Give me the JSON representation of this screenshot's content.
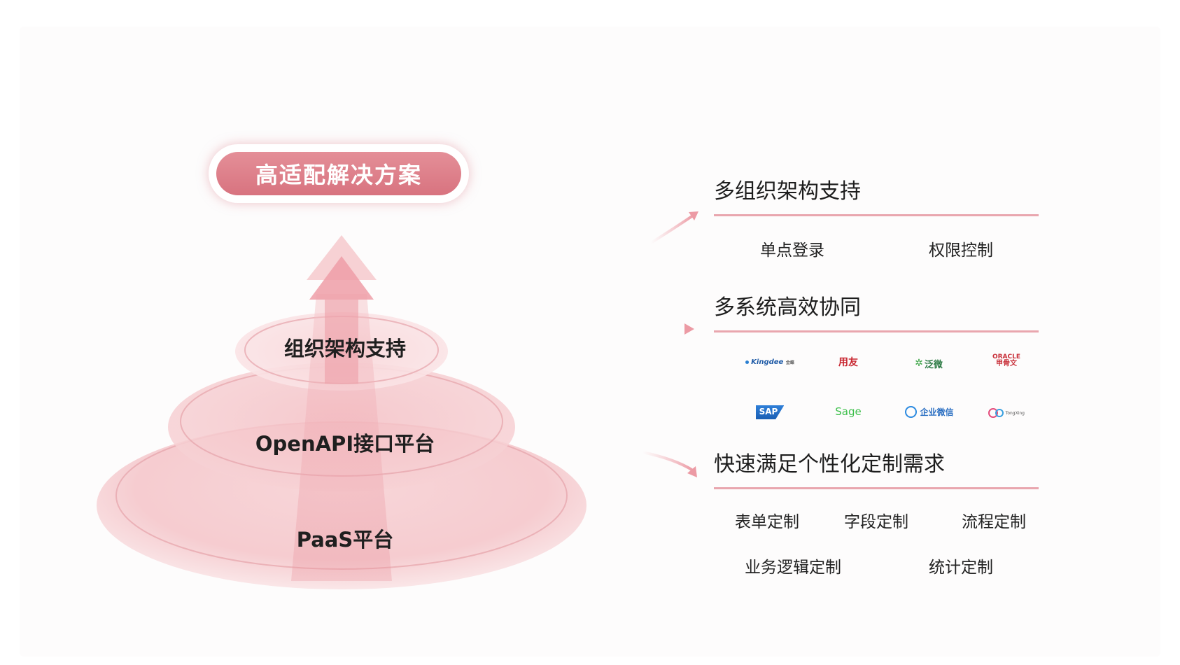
{
  "title": "高适配解决方案",
  "pyramid": {
    "layers": [
      {
        "label": "组织架构支持"
      },
      {
        "label": "OpenAPI接口平台"
      },
      {
        "label": "PaaS平台"
      }
    ]
  },
  "sections": [
    {
      "title": "多组织架构支持",
      "items": [
        "单点登录",
        "权限控制"
      ]
    },
    {
      "title": "多系统高效协同",
      "logos": [
        {
          "icon": "kingdee-logo",
          "text": "Kingdee",
          "sub": "金蝶"
        },
        {
          "icon": "yonyou-logo",
          "text": "用友"
        },
        {
          "icon": "fanwei-logo",
          "text": "泛微"
        },
        {
          "icon": "oracle-logo",
          "text": "ORACLE",
          "sub": "甲骨文"
        },
        {
          "icon": "sap-logo",
          "text": "SAP"
        },
        {
          "icon": "sage-logo",
          "text": "Sage"
        },
        {
          "icon": "wecom-logo",
          "text": "企业微信"
        },
        {
          "icon": "tongxing-logo",
          "text": "TongXing"
        }
      ]
    },
    {
      "title": "快速满足个性化定制需求",
      "items": [
        "表单定制",
        "字段定制",
        "流程定制",
        "业务逻辑定制",
        "统计定制"
      ]
    }
  ],
  "colors": {
    "accent": "#d8737f",
    "accent_light": "#f2c3c8",
    "rule": "#e9a6ae",
    "text": "#1f1f1f"
  }
}
